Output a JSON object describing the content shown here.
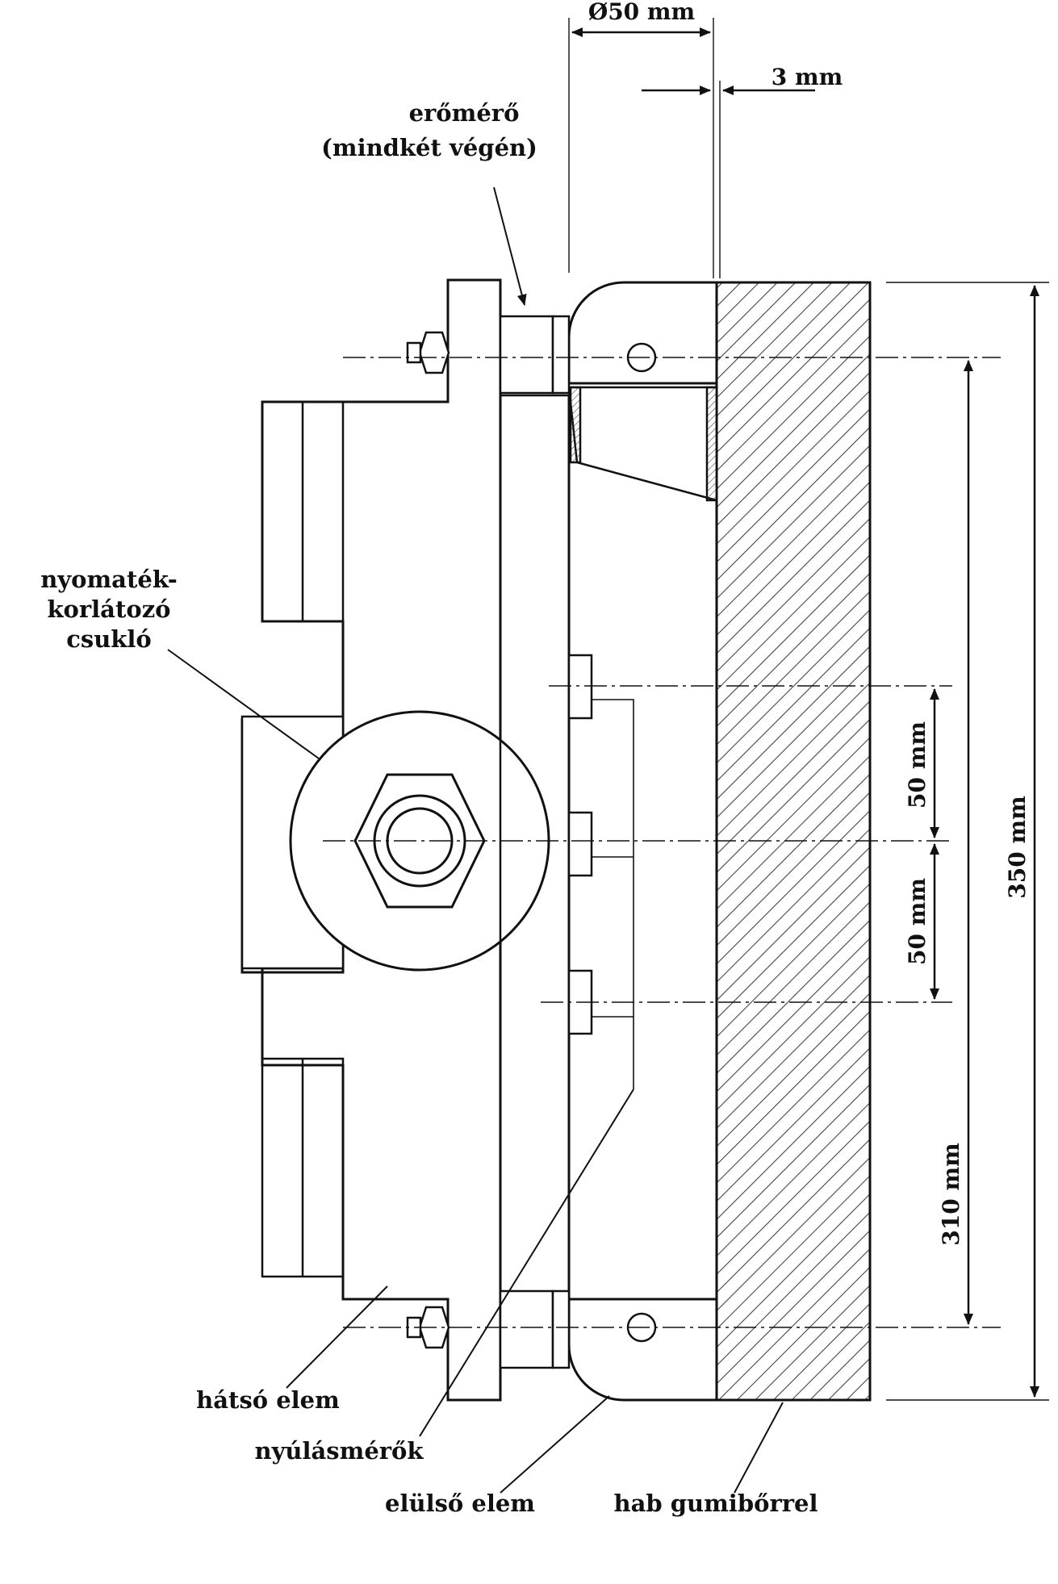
{
  "labels": {
    "force_meter_line1": "erőmérő",
    "force_meter_line2": "(mindkét végén)",
    "torque_line1": "nyomaték-",
    "torque_line2": "korlátozó",
    "torque_line3": "csukló",
    "rear_element": "hátsó elem",
    "strain_gauges": "nyúlásmérők",
    "front_element": "elülső elem",
    "foam": "hab gumibőrrel"
  },
  "dimensions": {
    "diameter": "Ø50 mm",
    "gap": "3 mm",
    "pitch_upper": "50 mm",
    "pitch_lower": "50 mm",
    "span_inner": "310 mm",
    "span_total": "350 mm"
  },
  "colors": {
    "line": "#111111",
    "hatch": "#444444",
    "background": "#ffffff"
  }
}
